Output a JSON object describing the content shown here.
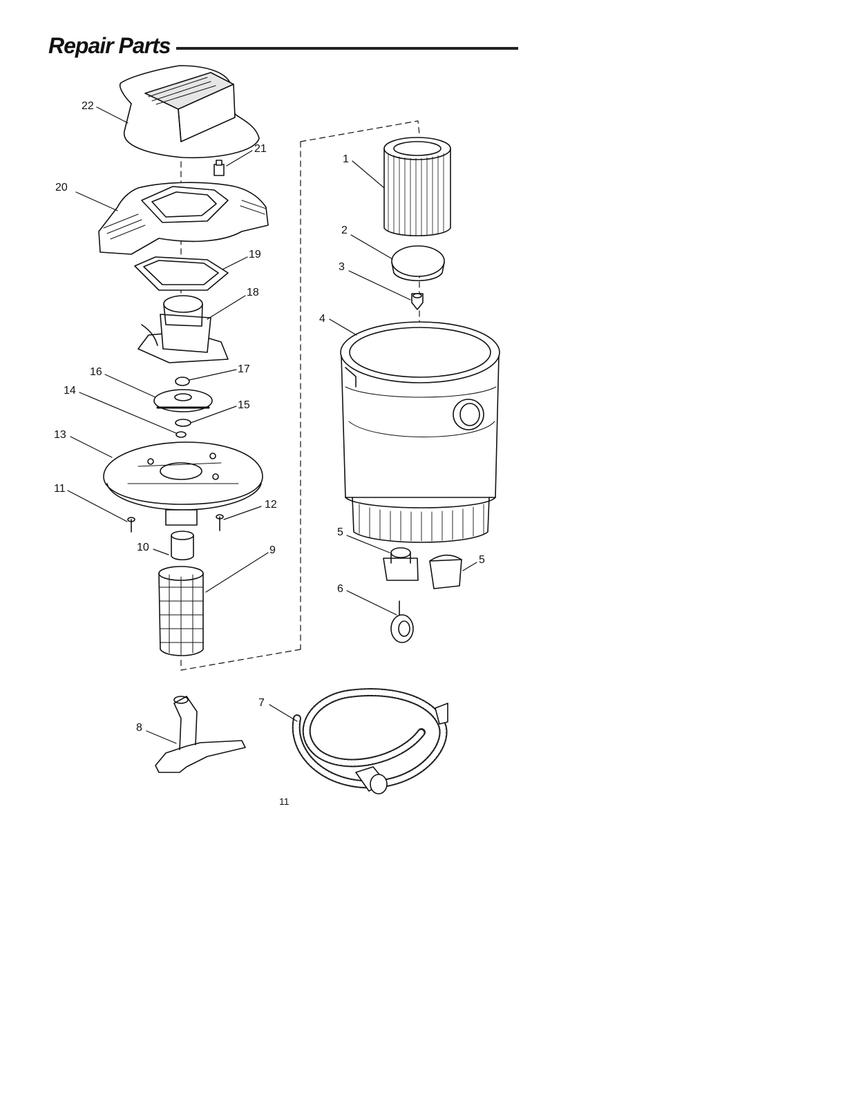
{
  "header": {
    "title": "Repair Parts"
  },
  "callouts": [
    "22",
    "21",
    "20",
    "19",
    "18",
    "17",
    "16",
    "15",
    "14",
    "13",
    "12",
    "11",
    "10",
    "9",
    "1",
    "2",
    "3",
    "4",
    "5",
    "5",
    "6",
    "7",
    "8"
  ],
  "footer": {
    "page_number": "11"
  },
  "colors": {
    "ink": "#111111",
    "paper": "#ffffff",
    "shade": "#e6e6e6"
  }
}
